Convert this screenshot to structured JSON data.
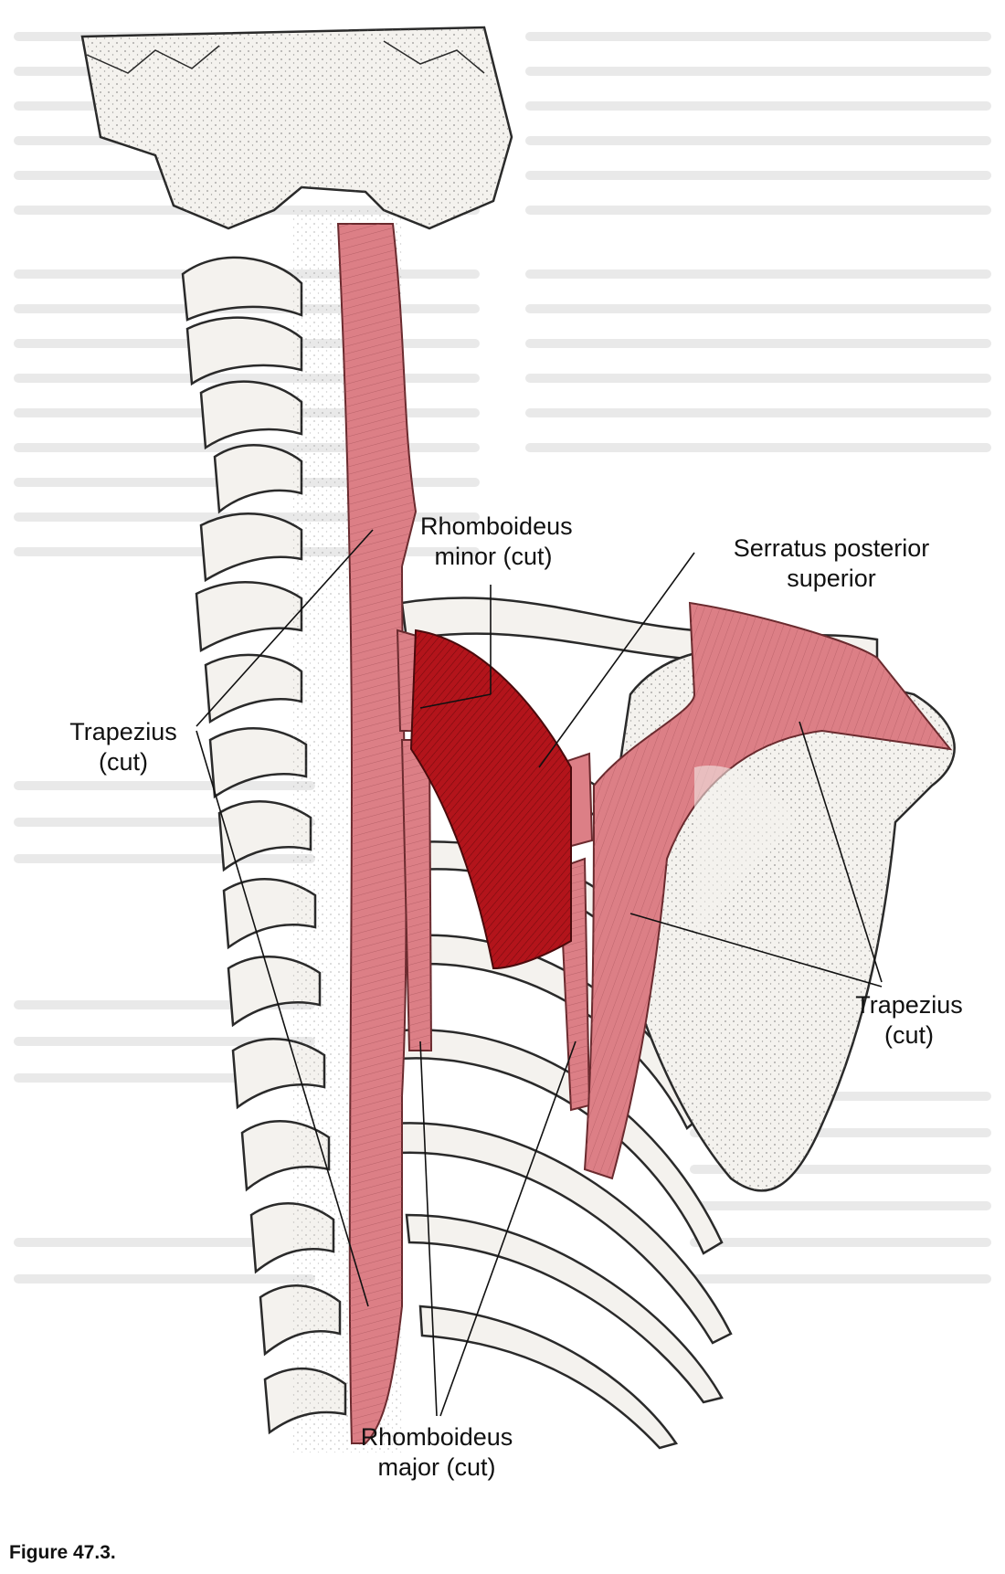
{
  "figure": {
    "caption": "Figure 47.3.",
    "labels": {
      "rhomboideus_minor": "Rhomboideus\nminor (cut)",
      "serratus_posterior_superior": "Serratus posterior\nsuperior",
      "trapezius_left": "Trapezius\n(cut)",
      "trapezius_right": "Trapezius\n(cut)",
      "rhomboideus_major": "Rhomboideus\nmajor (cut)"
    },
    "colors": {
      "highlighted_muscle": "#b3141b",
      "other_muscle": "#dc7f86",
      "bone": "#f4f2ee",
      "bone_outline": "#2a2a2a",
      "leader_line": "#111111",
      "page_text": "#e6e6e6"
    },
    "structures": [
      "skull-base",
      "cervical-vertebrae",
      "thoracic-vertebrae",
      "ribs",
      "clavicle",
      "scapula",
      "trapezius-cut-left",
      "trapezius-cut-right",
      "rhomboideus-minor-cut",
      "rhomboideus-major-cut",
      "serratus-posterior-superior"
    ]
  }
}
